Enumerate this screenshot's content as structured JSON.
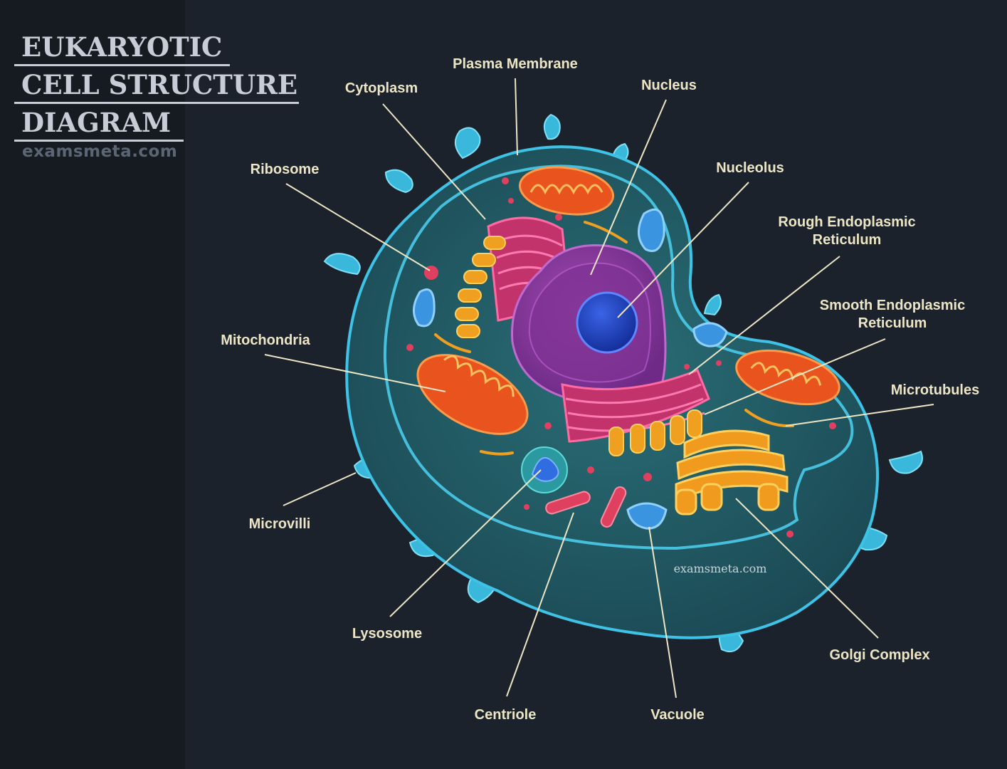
{
  "header": {
    "title_lines": [
      "EUKARYOTIC",
      "CELL STRUCTURE",
      "DIAGRAM"
    ],
    "site": "examsmeta.com"
  },
  "watermark": "examsmeta.com",
  "labels": {
    "plasma_membrane": "Plasma Membrane",
    "cytoplasm": "Cytoplasm",
    "nucleus": "Nucleus",
    "nucleolus": "Nucleolus",
    "ribosome": "Ribosome",
    "rough_er": [
      "Rough Endoplasmic",
      "Reticulum"
    ],
    "smooth_er": [
      "Smooth Endoplasmic",
      "Reticulum"
    ],
    "mitochondria": "Mitochondria",
    "microtubules": "Microtubules",
    "microvilli": "Microvilli",
    "lysosome": "Lysosome",
    "centriole": "Centriole",
    "vacuole": "Vacuole",
    "golgi": "Golgi Complex"
  },
  "colors": {
    "background": "#1c222b",
    "membrane": "#3ec2e6",
    "cytoplasm": "#1f5962",
    "nucleus": "#8e3aa0",
    "nucleolus": "#1f3fb8",
    "rough_er": "#c2336b",
    "smooth_er": "#f0a020",
    "mitochondria": "#e8531e",
    "golgi": "#f09a1e",
    "label": "#ece6c6"
  }
}
